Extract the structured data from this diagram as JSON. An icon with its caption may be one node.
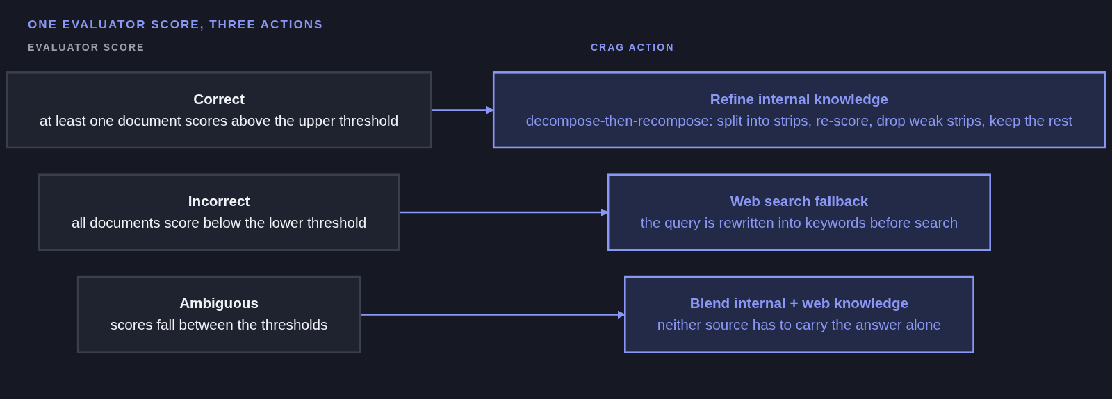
{
  "diagram": {
    "title": "ONE EVALUATOR SCORE, THREE ACTIONS",
    "nodes": [
      {
        "text": [
          "Correct",
          "at least one document scores above the upper threshold"
        ]
      },
      {
        "text": [
          "Refine internal knowledge",
          "decompose-then-recompose: split into strips, re-score, drop weak strips, keep the rest"
        ]
      },
      {
        "text": [
          "Incorrect",
          "all documents score below the lower threshold"
        ]
      },
      {
        "text": [
          "Web search fallback",
          "the query is rewritten into keywords before search"
        ]
      },
      {
        "text": [
          "Ambiguous",
          "scores fall between the thresholds"
        ]
      },
      {
        "text": [
          "Blend internal + web knowledge",
          "neither source has to carry the answer alone"
        ]
      }
    ],
    "edges": [
      {
        "from": 0,
        "to": 1,
        "arrow": "to"
      },
      {
        "from": 2,
        "to": 3,
        "arrow": "to"
      },
      {
        "from": 4,
        "to": 5,
        "arrow": "to"
      }
    ],
    "labels": [
      "EVALUATOR SCORE",
      "CRAG ACTION"
    ]
  }
}
